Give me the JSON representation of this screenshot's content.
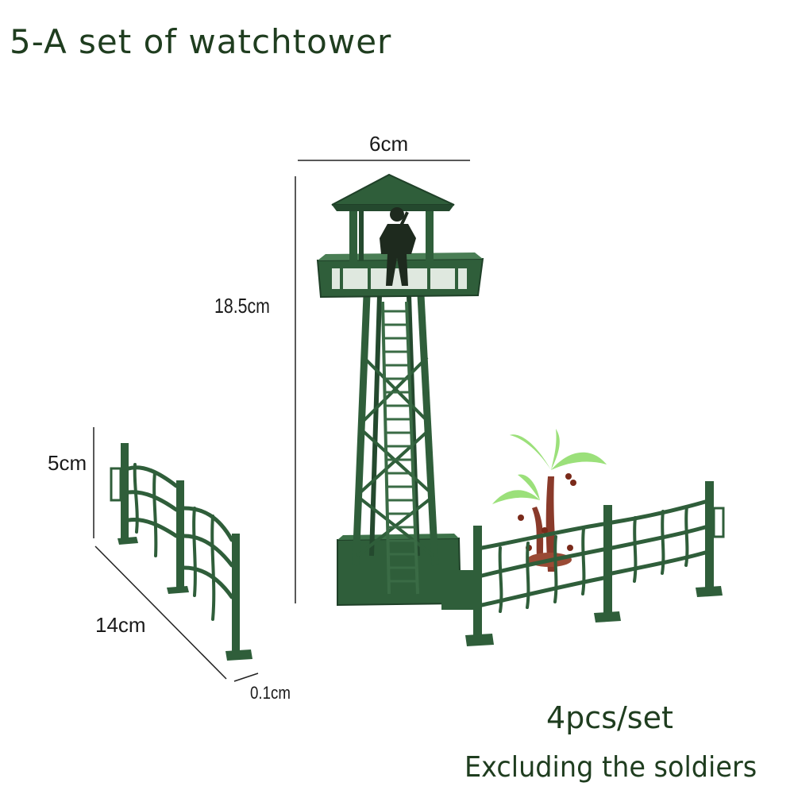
{
  "title": "5-A set of watchtower",
  "dimensions": {
    "tower_width": "6cm",
    "tower_height": "18.5cm",
    "fence_height": "5cm",
    "fence_length": "14cm",
    "fence_thickness": "0.1cm"
  },
  "quantity": "4pcs/set",
  "note": "Excluding the soldiers",
  "colors": {
    "toy_green": "#2f5e3a",
    "toy_green_dark": "#1f4028",
    "palm_leaf": "#9be07a",
    "trunk": "#8a3a2a",
    "text": "#1f3d1f"
  }
}
